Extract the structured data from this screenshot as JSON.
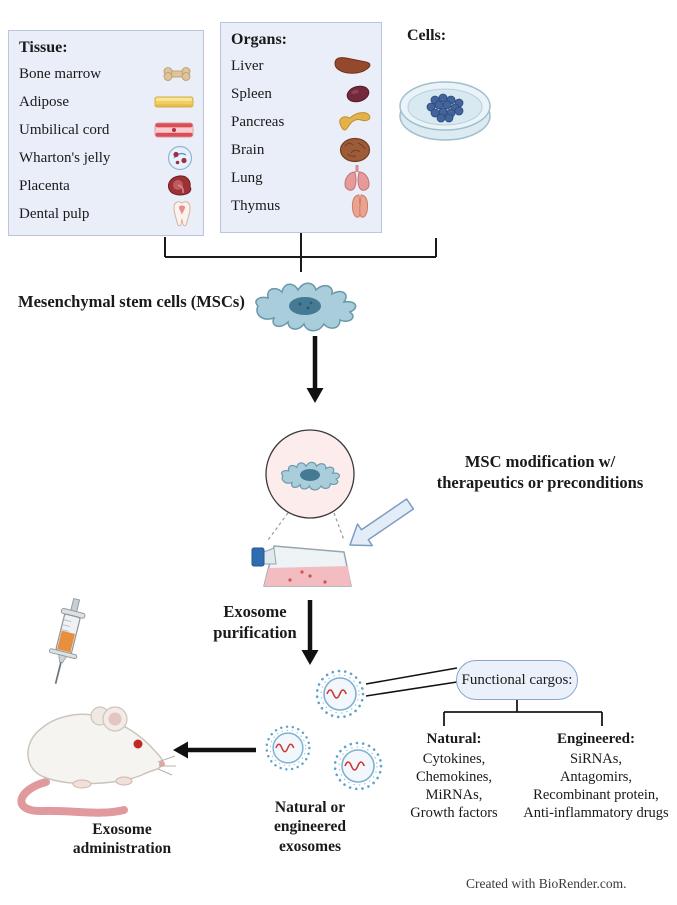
{
  "sources": {
    "tissue": {
      "title": "Tissue:",
      "items": [
        "Bone marrow",
        "Adipose",
        "Umbilical cord",
        "Wharton's jelly",
        "Placenta",
        "Dental pulp"
      ]
    },
    "organs": {
      "title": "Organs:",
      "items": [
        "Liver",
        "Spleen",
        "Pancreas",
        "Brain",
        "Lung",
        "Thymus"
      ]
    },
    "cells": {
      "title": "Cells:"
    }
  },
  "flow": {
    "msc_label": "Mesenchymal stem cells (MSCs)",
    "modification_line1": "MSC modification w/",
    "modification_line2": "therapeutics or preconditions",
    "purification": "Exosome purification",
    "exosomes_label": "Natural or engineered exosomes",
    "administration": "Exosome administration"
  },
  "cargos": {
    "title": "Functional cargos:",
    "natural": {
      "title": "Natural:",
      "items": [
        "Cytokines,",
        "Chemokines,",
        "MiRNAs,",
        "Growth factors"
      ]
    },
    "engineered": {
      "title": "Engineered:",
      "items": [
        "SiRNAs,",
        "Antagomirs,",
        "Recombinant protein,",
        "Anti-inflammatory drugs"
      ]
    }
  },
  "credit": "Created with BioRender.com.",
  "colors": {
    "box_fill": "#e9eef8",
    "box_border": "#b9c6dd",
    "pill_fill": "#eaf1fb",
    "pill_border": "#8aa7c9",
    "arrow": "#111111",
    "exosome_stroke": "#6fa8cc",
    "cargo_red": "#cf3333"
  }
}
